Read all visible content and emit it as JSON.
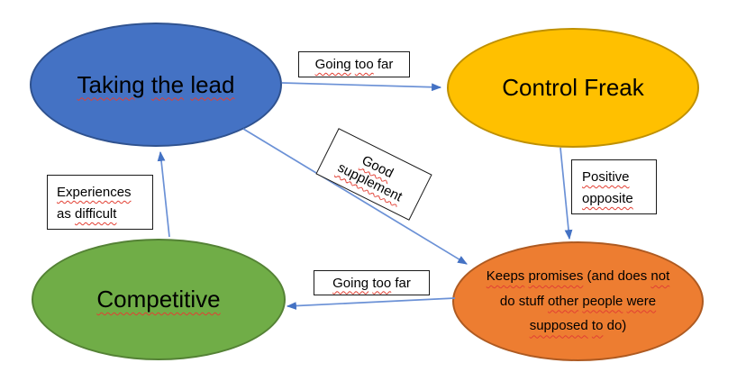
{
  "nodes": {
    "taking_the_lead": {
      "label": "Taking the lead",
      "fill": "#4472C4",
      "border": "#2F528F",
      "tokens": [
        {
          "t": "Taking",
          "sq": true
        },
        {
          "t": " "
        },
        {
          "t": "the",
          "sq": true
        },
        {
          "t": " "
        },
        {
          "t": "lead",
          "sq": true
        }
      ]
    },
    "control_freak": {
      "label": "Control Freak",
      "fill": "#FFC000",
      "border": "#BF9000",
      "tokens": [
        {
          "t": "Control Freak"
        }
      ]
    },
    "competitive": {
      "label": "Competitive",
      "fill": "#70AD47",
      "border": "#548235",
      "tokens": [
        {
          "t": "Competitive",
          "sq": true
        }
      ]
    },
    "keeps_promises": {
      "label": "Keeps promises (and does not do stuff other people were supposed to do)",
      "fill": "#ED7D31",
      "border": "#AE5A21",
      "tokens": [
        {
          "t": "Keeps",
          "sq": true
        },
        {
          "t": " "
        },
        {
          "t": "promises",
          "sq": true
        },
        {
          "t": " (and does "
        },
        {
          "t": "not",
          "sq": true
        },
        {
          "br": true
        },
        {
          "t": "do stuff "
        },
        {
          "t": "other",
          "sq": true
        },
        {
          "t": " "
        },
        {
          "t": "people",
          "sq": true
        },
        {
          "t": " "
        },
        {
          "t": "were",
          "sq": true
        },
        {
          "br": true
        },
        {
          "t": "supposed",
          "sq": true
        },
        {
          "t": " "
        },
        {
          "t": "to",
          "sq": true
        },
        {
          "t": " do)"
        }
      ]
    }
  },
  "edge_labels": {
    "going_too_far_top": {
      "label": "Going too far",
      "tokens": [
        {
          "t": "Going",
          "sq": true
        },
        {
          "t": " "
        },
        {
          "t": "too",
          "sq": true
        },
        {
          "t": " far"
        }
      ]
    },
    "good_supplement": {
      "label": "Good supplement",
      "tokens": [
        {
          "t": "Good",
          "sq": true
        },
        {
          "br": true
        },
        {
          "t": "supplement",
          "sq": true
        }
      ]
    },
    "positive_opposite": {
      "label": "Positive opposite",
      "tokens": [
        {
          "t": "Positive",
          "sq": true
        },
        {
          "br": true
        },
        {
          "t": "opposite",
          "sq": true
        }
      ]
    },
    "going_too_far_bottom": {
      "label": "Going too far",
      "tokens": [
        {
          "t": "Going",
          "sq": true
        },
        {
          "t": " "
        },
        {
          "t": "too",
          "sq": true
        },
        {
          "t": " far"
        }
      ]
    },
    "experiences_as_difficult": {
      "label": "Experiences as difficult",
      "tokens": [
        {
          "t": "Experiences",
          "sq": true
        },
        {
          "br": true
        },
        {
          "t": "as "
        },
        {
          "t": "difficult",
          "sq": true
        }
      ]
    }
  },
  "edges": [
    {
      "from": "taking_the_lead",
      "to": "control_freak",
      "label": "Going too far"
    },
    {
      "from": "taking_the_lead",
      "to": "keeps_promises",
      "label": "Good supplement"
    },
    {
      "from": "control_freak",
      "to": "keeps_promises",
      "label": "Positive opposite"
    },
    {
      "from": "keeps_promises",
      "to": "competitive",
      "label": "Going too far"
    },
    {
      "from": "competitive",
      "to": "taking_the_lead",
      "label": "Experiences as difficult"
    }
  ],
  "colors": {
    "connector_line": "#6B91D6",
    "arrowhead": "#4472C4",
    "spellcheck_squiggle": "#E23F33",
    "label_box_border": "#1A1A1A",
    "background": "#FFFFFF"
  }
}
